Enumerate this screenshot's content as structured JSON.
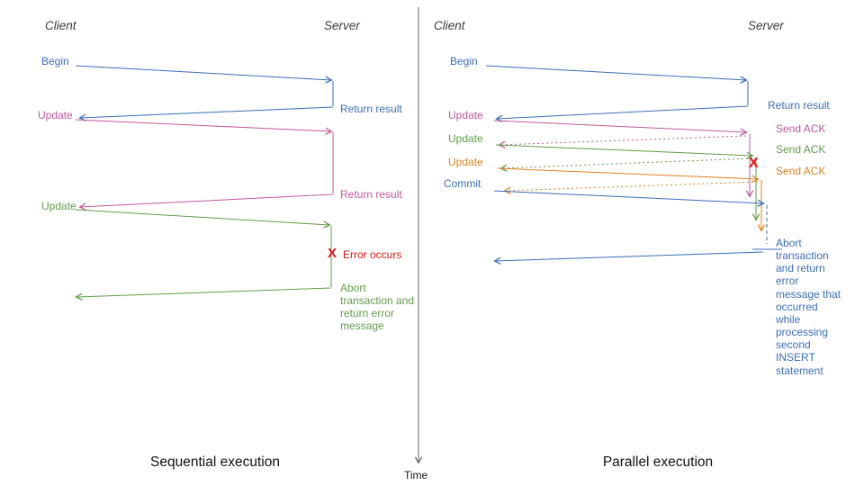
{
  "diagram": {
    "left": {
      "caption": "Sequential execution",
      "client_header": "Client",
      "server_header": "Server",
      "labels": {
        "begin": "Begin",
        "return_result_1": "Return result",
        "update_1": "Update",
        "return_result_2": "Return result",
        "update_2": "Update",
        "error_mark": "X",
        "error_text": "Error occurs",
        "abort_text": "Abort transaction and return error message"
      }
    },
    "right": {
      "caption": "Parallel execution",
      "client_header": "Client",
      "server_header": "Server",
      "labels": {
        "begin": "Begin",
        "return_result": "Return result",
        "update_1": "Update",
        "send_ack_1": "Send ACK",
        "update_2": "Update",
        "send_ack_2": "Send ACK",
        "update_3": "Update",
        "send_ack_3": "Send ACK",
        "commit": "Commit",
        "error_mark": "X",
        "abort_text": "Abort transaction and return error message that occurred while processing second INSERT statement"
      }
    },
    "time_axis": {
      "label": "Time"
    },
    "colors": {
      "blue": "#3a6db8",
      "pink": "#c2569c",
      "green": "#5f9e48",
      "orange": "#e08220",
      "red": "#ee1111",
      "axis": "#666666",
      "header": "#3b3b3b",
      "caption": "#111111"
    }
  }
}
